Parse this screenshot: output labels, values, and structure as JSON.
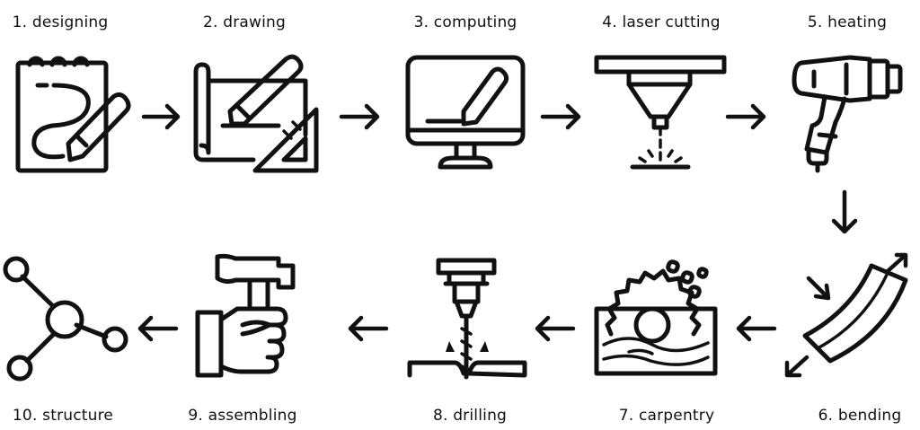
{
  "steps": [
    {
      "label": "1. designing",
      "icon": "notepad-pencil-icon"
    },
    {
      "label": "2. drawing",
      "icon": "blueprint-triangle-icon"
    },
    {
      "label": "3. computing",
      "icon": "monitor-pen-icon"
    },
    {
      "label": "4. laser cutting",
      "icon": "laser-cutter-icon"
    },
    {
      "label": "5. heating",
      "icon": "heat-gun-icon"
    },
    {
      "label": "6. bending",
      "icon": "bent-beam-icon"
    },
    {
      "label": "7. carpentry",
      "icon": "circular-saw-icon"
    },
    {
      "label": "8. drilling",
      "icon": "drill-press-icon"
    },
    {
      "label": "9. assembling",
      "icon": "hand-hammer-icon"
    },
    {
      "label": "10. structure",
      "icon": "node-structure-icon"
    }
  ]
}
